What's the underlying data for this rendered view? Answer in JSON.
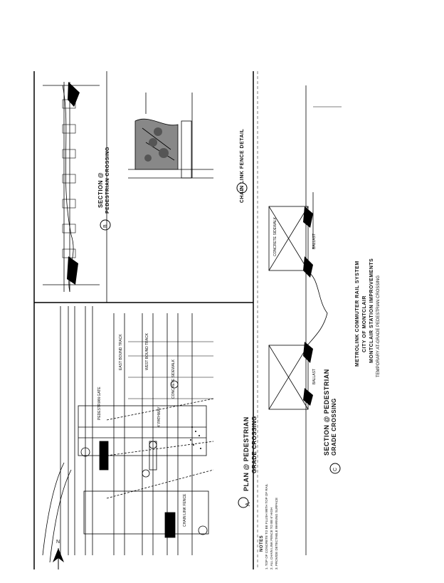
{
  "plan": {
    "title_line1": "PLAN @ PEDESTRIAN",
    "title_line2": "GRADE CROSSING",
    "circle_letter": "A",
    "labels": [
      "EAST BOUND TRACK",
      "WEST BOUND TRACK",
      "4' PATHWAY",
      "CONCRETE SIDEWALK",
      "PEDESTRIAN GATE",
      "CHAIN LINK FENCE"
    ]
  },
  "section_b": {
    "title": "SECTION @",
    "title_line2": "PEDESTRIAN CROSSING",
    "circle_letter": "B"
  },
  "detail_chain": {
    "title": "CHAIN LINK FENCE DETAIL",
    "circle_letter": "2"
  },
  "section_c": {
    "title_line1": "SECTION @ PEDESTRIAN",
    "title_line2": "GRADE CROSSING",
    "circle_letter": "C",
    "labels": [
      "CONCRETE SIDEWALK",
      "BALLAST",
      "BALLAST"
    ]
  },
  "title_block": {
    "line1": "METROLINK COMMUTER RAIL SYSTEM",
    "line2": "CITY OF MONTCLAIR",
    "line3": "MONTCLAIR STATION IMPROVEMENTS",
    "line4": "TEMPORARY AT-GRADE PEDESTRIAN CROSSING"
  },
  "notes": {
    "heading": "NOTES",
    "lines": [
      "1. TOP OF CONCRETE TO BE FLUSH WITH TOP OF RAIL",
      "2. ALL CHAIN LINK FENCE TO BE 6' HIGH",
      "3. PROVIDE DETECTABLE WARNING SURFACE"
    ]
  },
  "north_arrow": {
    "letter": "N"
  }
}
